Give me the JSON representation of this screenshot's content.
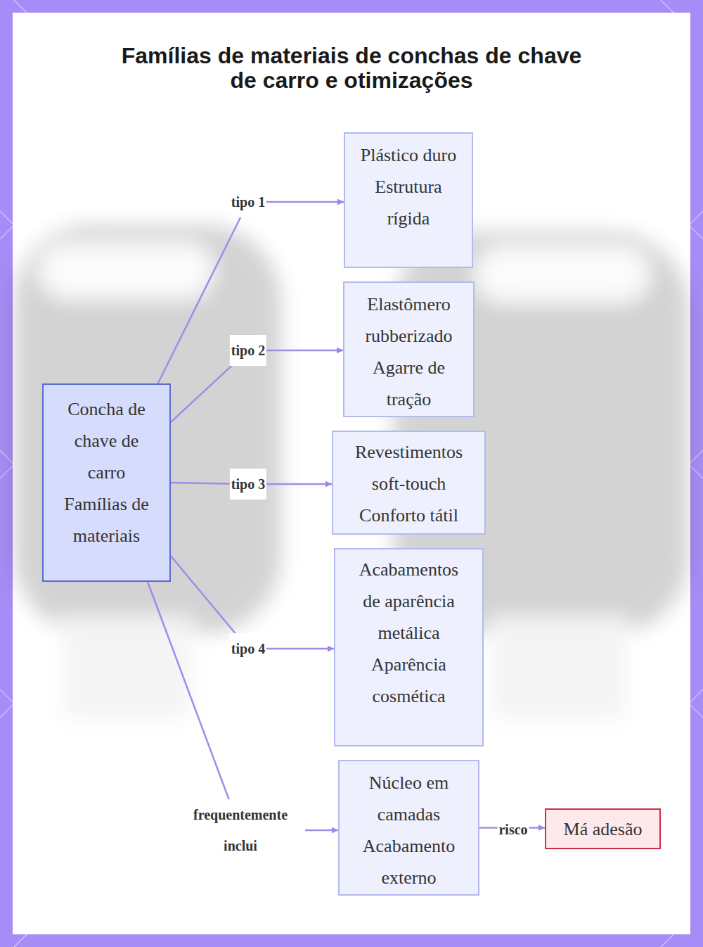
{
  "diagram": {
    "title": "Famílias de materiais de conchas de chave de carro e otimizações",
    "nodes": [
      {
        "text": [
          "Concha de chave de carro",
          "Famílias de materiais"
        ]
      },
      {
        "text": [
          "Plástico duro",
          "Estrutura rígida"
        ]
      },
      {
        "text": [
          "Elastômero rubberizado",
          "Agarre de tração"
        ]
      },
      {
        "text": [
          "Revestimentos soft-touch",
          "Conforto tátil"
        ]
      },
      {
        "text": [
          "Acabamentos de aparência metálica",
          "Aparência cosmética"
        ]
      },
      {
        "text": [
          "Núcleo em camadas",
          "Acabamento externo"
        ]
      },
      {
        "text": [
          "Má adesão"
        ]
      }
    ],
    "edges": [
      {
        "from": 0,
        "to": 1,
        "label": "tipo 1",
        "arrow": "to"
      },
      {
        "from": 0,
        "to": 2,
        "label": "tipo 2",
        "arrow": "to"
      },
      {
        "from": 0,
        "to": 3,
        "label": "tipo 3",
        "arrow": "to"
      },
      {
        "from": 0,
        "to": 4,
        "label": "tipo 4",
        "arrow": "to"
      },
      {
        "from": 0,
        "to": 5,
        "label": "frequentemente inclui",
        "arrow": "to"
      },
      {
        "from": 5,
        "to": 6,
        "label": "risco",
        "arrow": "to"
      }
    ]
  }
}
